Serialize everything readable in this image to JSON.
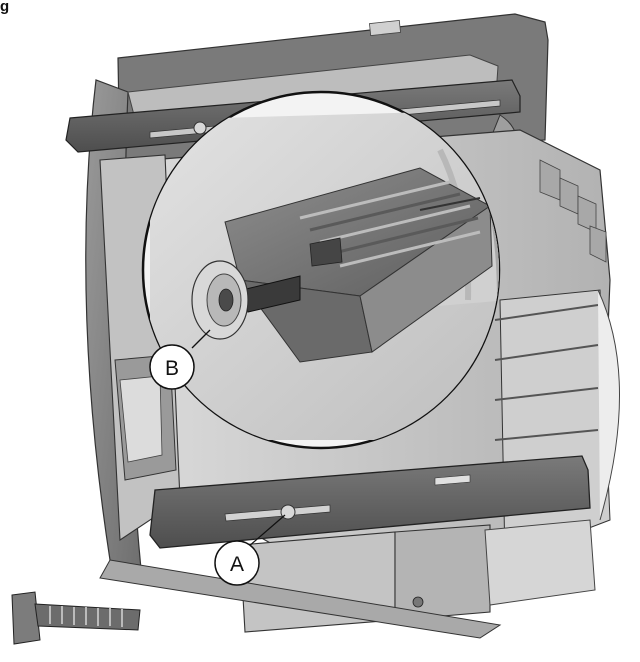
{
  "figure": {
    "label": "g"
  },
  "callouts": {
    "a": {
      "label": "A"
    },
    "b": {
      "label": "B"
    }
  },
  "colors": {
    "frame_dark": "#5c5c5c",
    "frame_mid": "#8a8a8a",
    "frame_light": "#b8b8b8",
    "panel_light": "#d4d4d4",
    "background": "#ffffff"
  }
}
